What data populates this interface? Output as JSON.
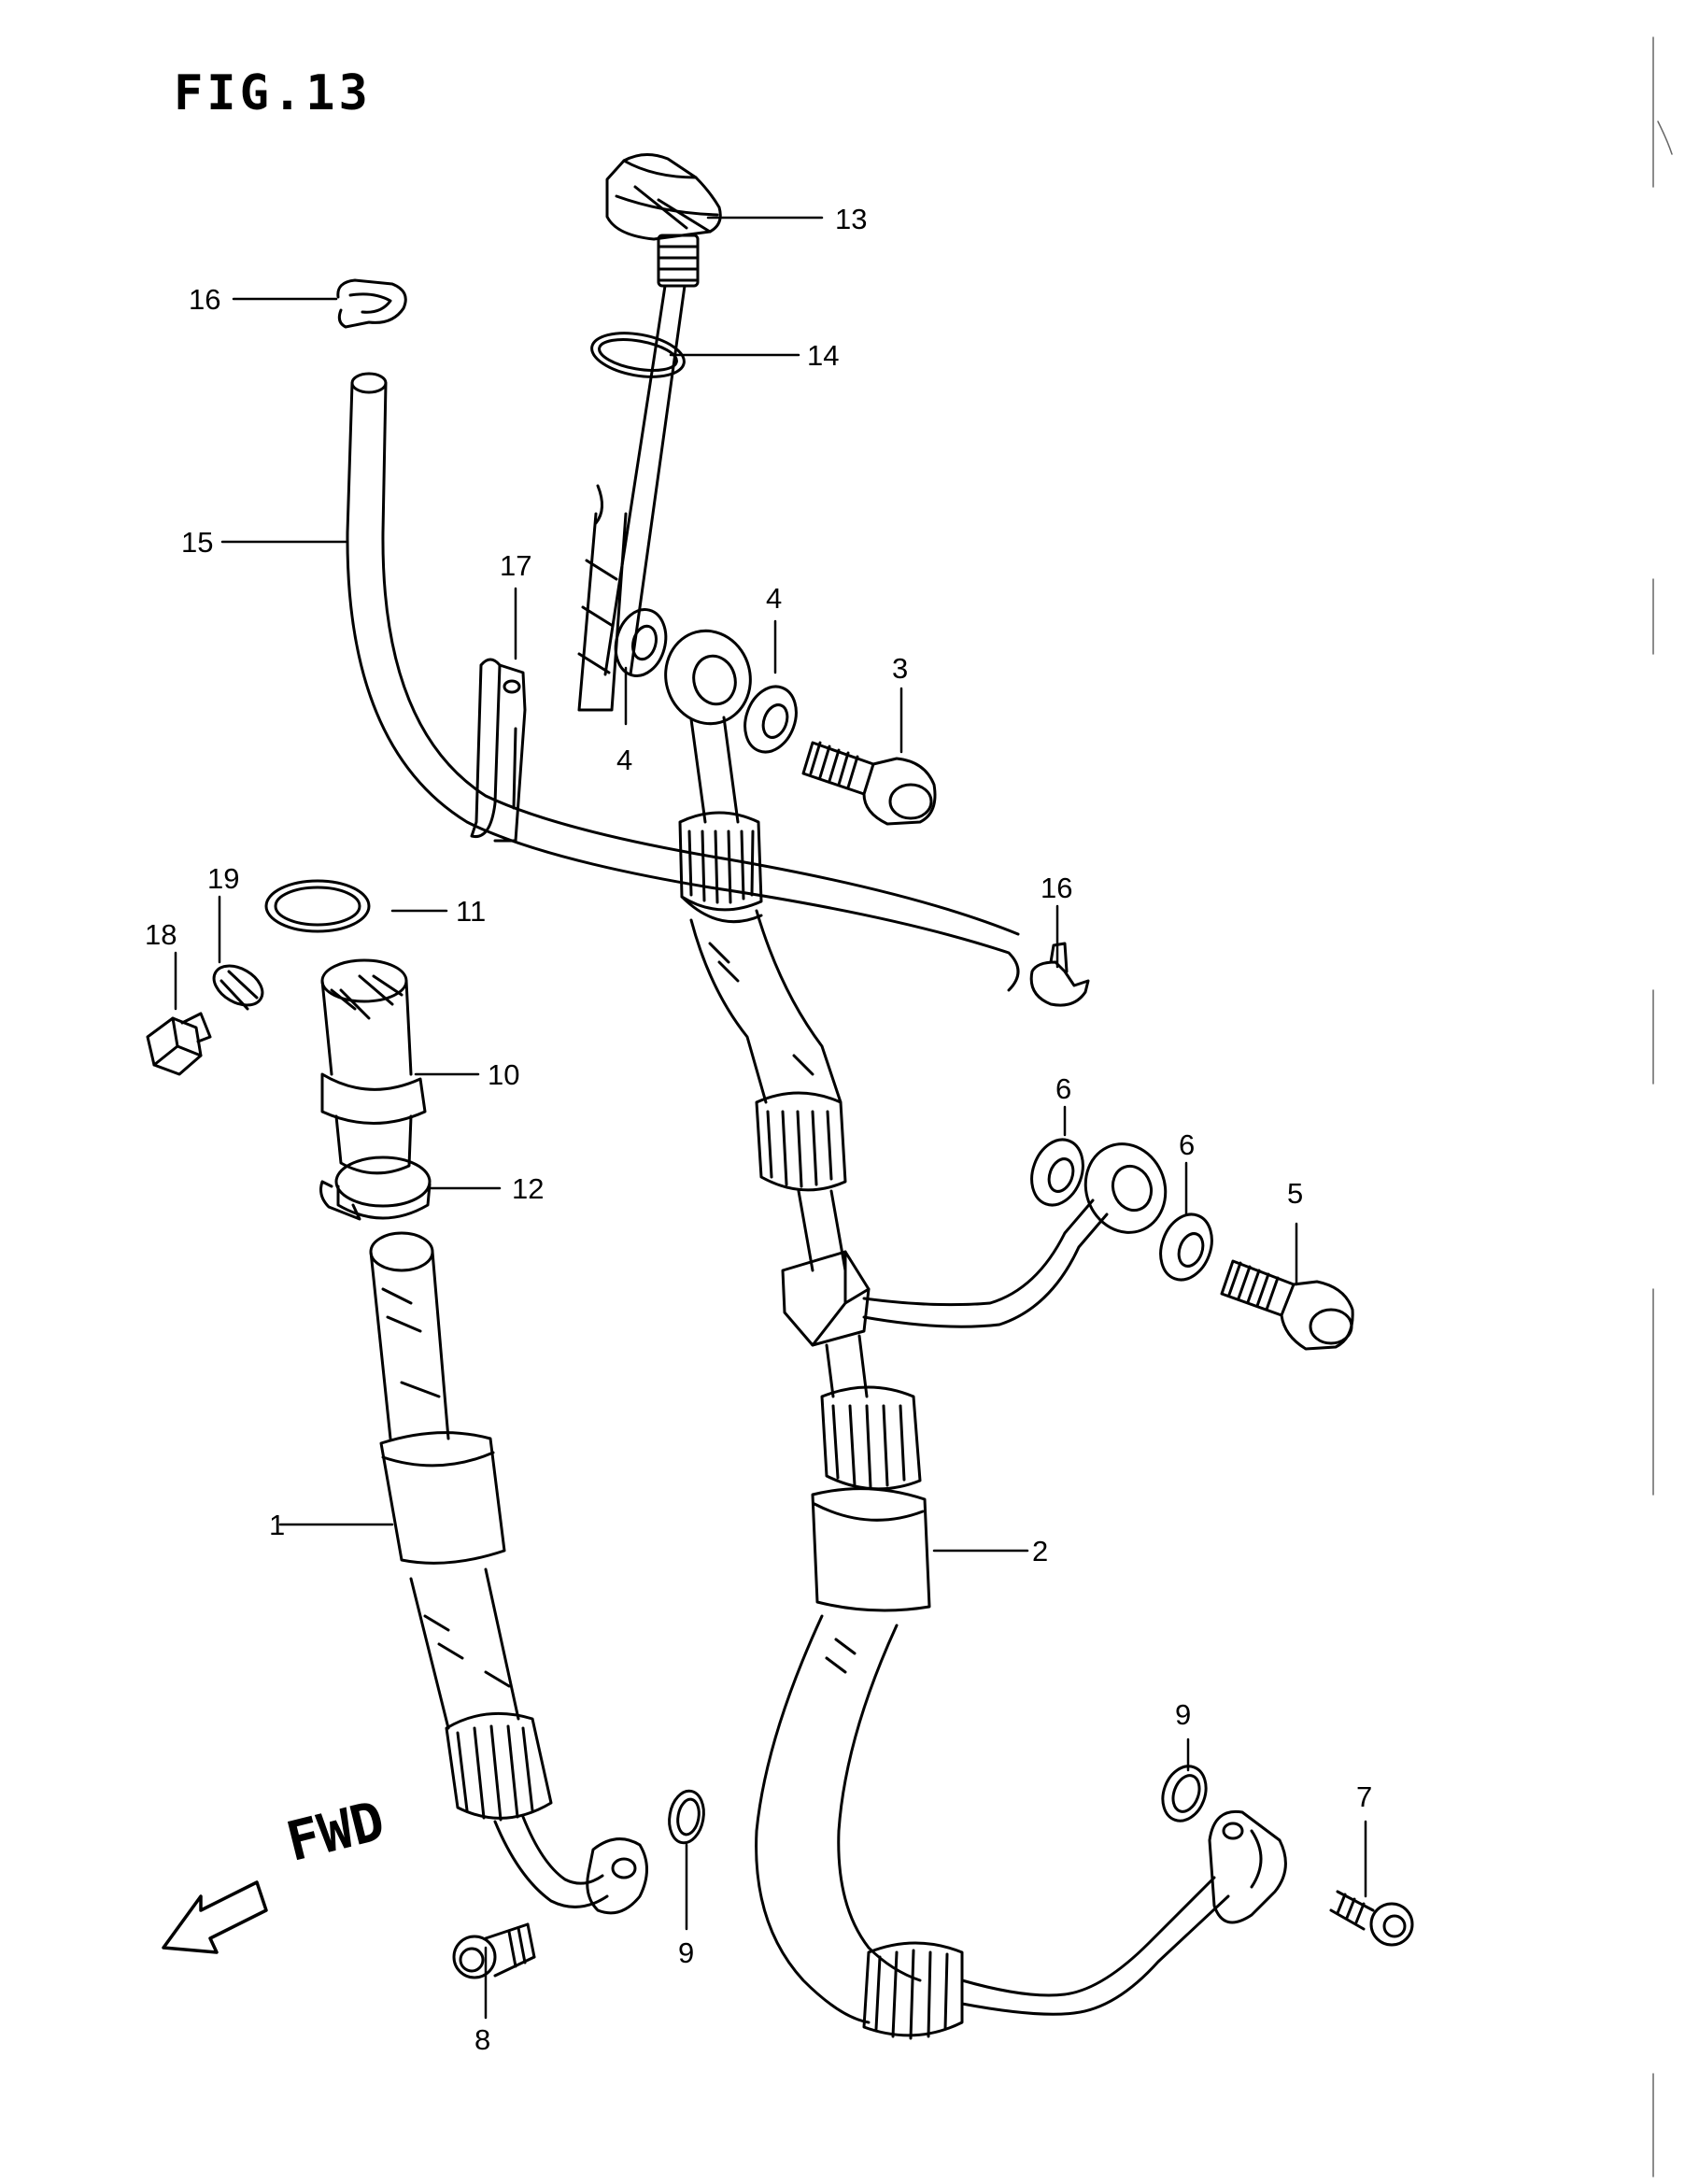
{
  "figure": {
    "title": "FIG.13"
  },
  "direction_label": "FWD",
  "callouts": {
    "c1": "1",
    "c2": "2",
    "c3": "3",
    "c4a": "4",
    "c4b": "4",
    "c5": "5",
    "c6a": "6",
    "c6b": "6",
    "c7": "7",
    "c8": "8",
    "c9a": "9",
    "c9b": "9",
    "c10": "10",
    "c11": "11",
    "c12": "12",
    "c13": "13",
    "c14": "14",
    "c15": "15",
    "c16a": "16",
    "c16b": "16",
    "c17": "17",
    "c18": "18",
    "c19": "19"
  }
}
